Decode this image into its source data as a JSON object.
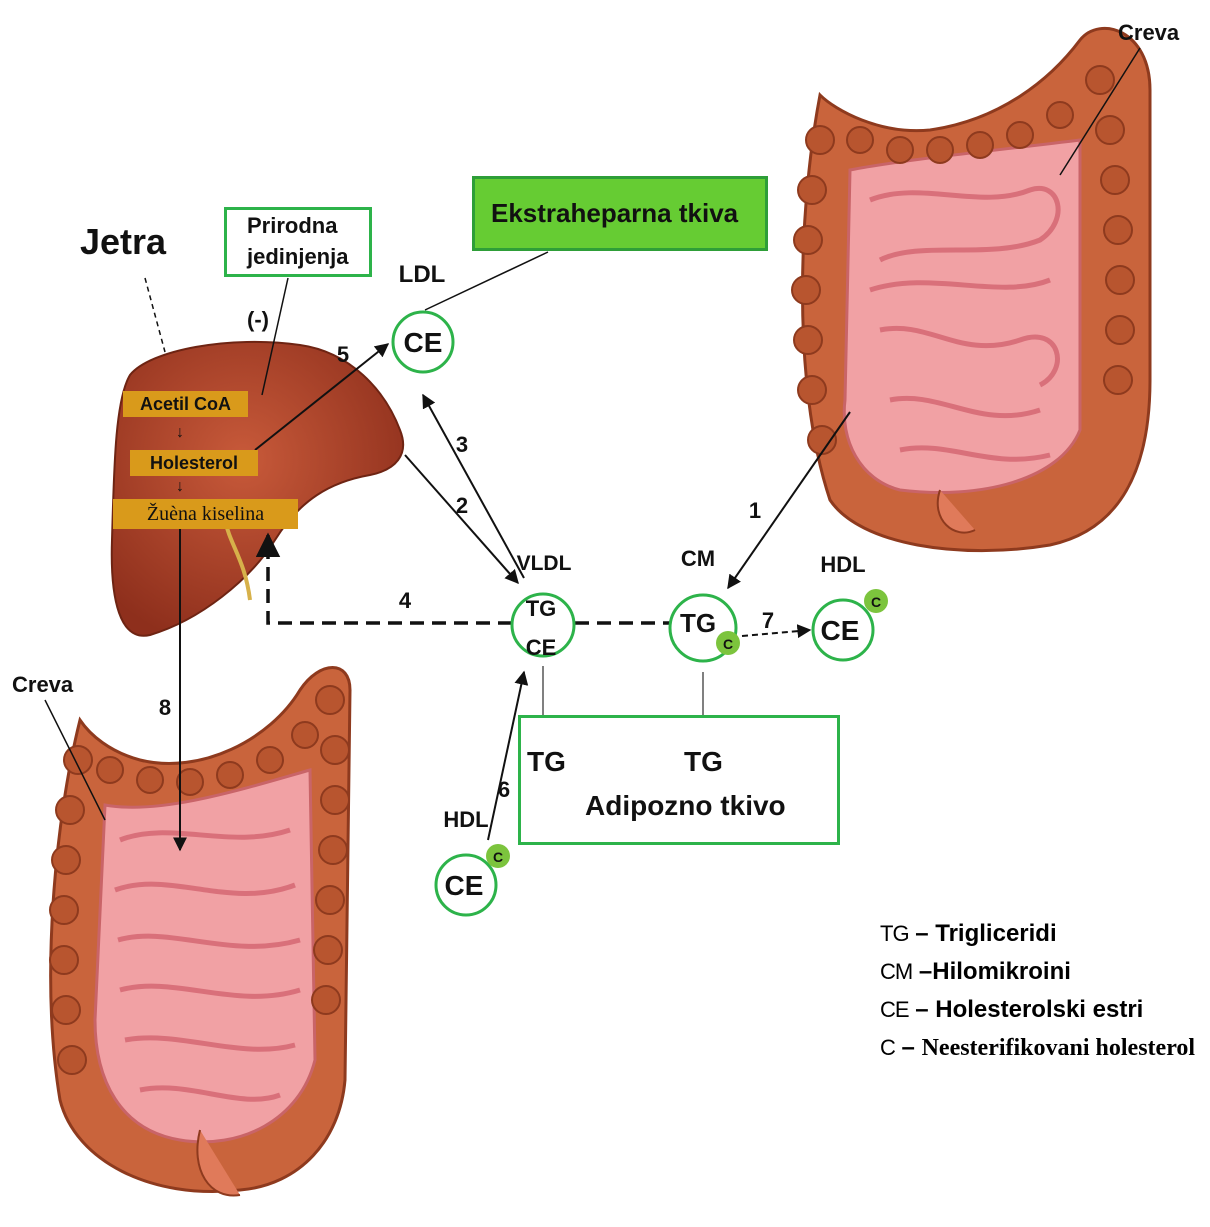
{
  "organs": {
    "jetra": "Jetra",
    "creva_top": "Creva",
    "creva_bottom": "Creva"
  },
  "boxes": {
    "prirodna_line1": "Prirodna",
    "prirodna_line2": "jedinjenja",
    "inhibit": "(-)",
    "ekstraheparna": "Ekstraheparna tkiva",
    "adipozno": "Adipozno tkivo",
    "adipozno_tg_left": "TG",
    "adipozno_tg_right": "TG"
  },
  "liver_steps": [
    "Acetil CoA",
    "Holesterol",
    "Žuèna kiselina"
  ],
  "particles": {
    "ldl": {
      "name": "LDL",
      "content": "CE"
    },
    "vldl": {
      "name": "VLDL",
      "line1": "TG",
      "line2": "CE"
    },
    "cm": {
      "name": "CM",
      "content": "TG",
      "badge": "C"
    },
    "hdl_right": {
      "name": "HDL",
      "content": "CE",
      "badge": "C"
    },
    "hdl_bottom": {
      "name": "HDL",
      "content": "CE",
      "badge": "C"
    }
  },
  "step_numbers": [
    "1",
    "2",
    "3",
    "4",
    "5",
    "6",
    "7",
    "8"
  ],
  "legend": [
    {
      "abbr": "TG",
      "dash": " – ",
      "text": "Trigliceridi"
    },
    {
      "abbr": "CM",
      "dash": " –",
      "text": "Hilomikroini"
    },
    {
      "abbr": "CE",
      "dash": " – ",
      "text": "Holesterolski estri"
    },
    {
      "abbr": "C",
      "dash": " – ",
      "text": "Neesterifikovani holesterol"
    }
  ],
  "colors": {
    "particle_stroke": "#2db34a",
    "badge_fill": "#7cc43d",
    "ekstra_fill": "#66cc33",
    "amber": "#d99a1b",
    "liver": "#b5452c",
    "intestine_outer": "#c9643c",
    "intestine_inner": "#e8888c"
  }
}
